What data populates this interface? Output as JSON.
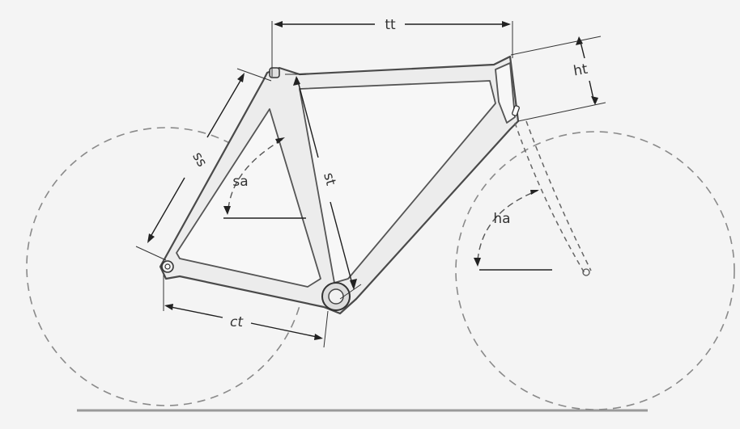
{
  "diagram": {
    "labels": {
      "tt": "tt",
      "ht": "ht",
      "ss": "ss",
      "sa": "sa",
      "st": "st",
      "ha": "ha",
      "ct": "ct"
    }
  },
  "colors": {
    "background": "#f4f4f4",
    "lines": "#333333",
    "wheels": "#8a8a8a"
  }
}
